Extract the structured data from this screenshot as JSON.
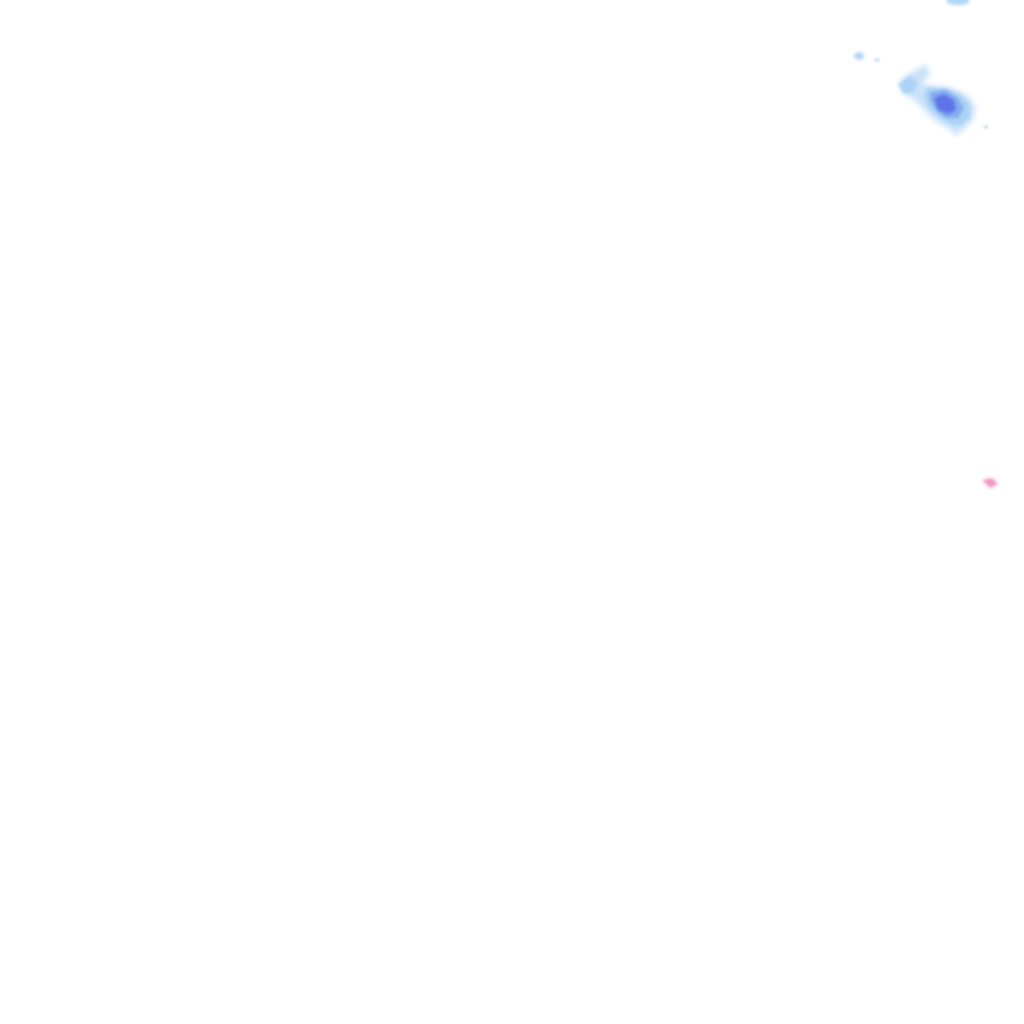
{
  "map": {
    "kind": "precipitation-radar-tile",
    "colors": {
      "background": "#ffffff",
      "rain_light": "#a8d2f5",
      "rain_light_edge": "#c4e0f8",
      "rain_moderate": "#7fa8f0",
      "rain_heavy": "#5a6fe6",
      "mixed_light": "#f08ab4"
    },
    "echoes": [
      {
        "name": "rain-echo-top-edge",
        "intensity": "light",
        "color_key": "rain_light"
      },
      {
        "name": "rain-echo-small-fleck",
        "intensity": "light",
        "color_key": "rain_light"
      },
      {
        "name": "rain-echo-northeast-cluster",
        "intensity": "moderate",
        "color_key": "rain_moderate"
      },
      {
        "name": "rain-echo-northeast-core",
        "intensity": "heavy",
        "color_key": "rain_heavy"
      },
      {
        "name": "mixed-echo-east",
        "intensity": "light",
        "color_key": "mixed_light"
      }
    ]
  }
}
